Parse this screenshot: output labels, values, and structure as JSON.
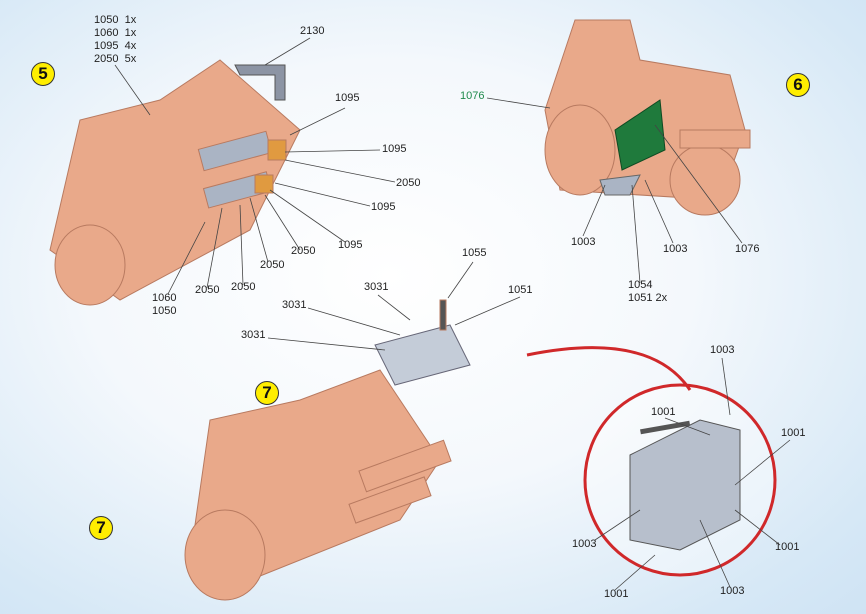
{
  "steps": {
    "s5": "5",
    "s6": "6",
    "s7a": "7",
    "s7b": "7"
  },
  "step5": {
    "parts_list": [
      "1050  1x",
      "1060  1x",
      "1095  4x",
      "2050  5x"
    ],
    "labels": {
      "a": "2130",
      "b": "1095",
      "c": "1095",
      "d": "2050",
      "e": "1095",
      "f": "1095",
      "g": "2050",
      "h": "2050",
      "i": "2050",
      "j": "2050",
      "k1": "1060",
      "k2": "1050"
    }
  },
  "step6": {
    "labels": {
      "green": "1076",
      "a": "1003",
      "b": "1003",
      "c": "1076",
      "d1": "1054",
      "d2": "1051 2x"
    }
  },
  "step7": {
    "labels": {
      "a": "1055",
      "b": "1051",
      "c": "3031",
      "d": "3031",
      "e": "3031"
    }
  },
  "detail": {
    "labels": {
      "a": "1003",
      "b": "1001",
      "c": "1001",
      "d": "1003",
      "e": "1001",
      "f": "1003",
      "g": "1001"
    }
  },
  "colors": {
    "copper": "#e9a98a",
    "steel": "#aab4c4",
    "green_plate": "#1f7a3c",
    "detail_ring": "#d0282a",
    "step_badge": "#ffee00"
  }
}
